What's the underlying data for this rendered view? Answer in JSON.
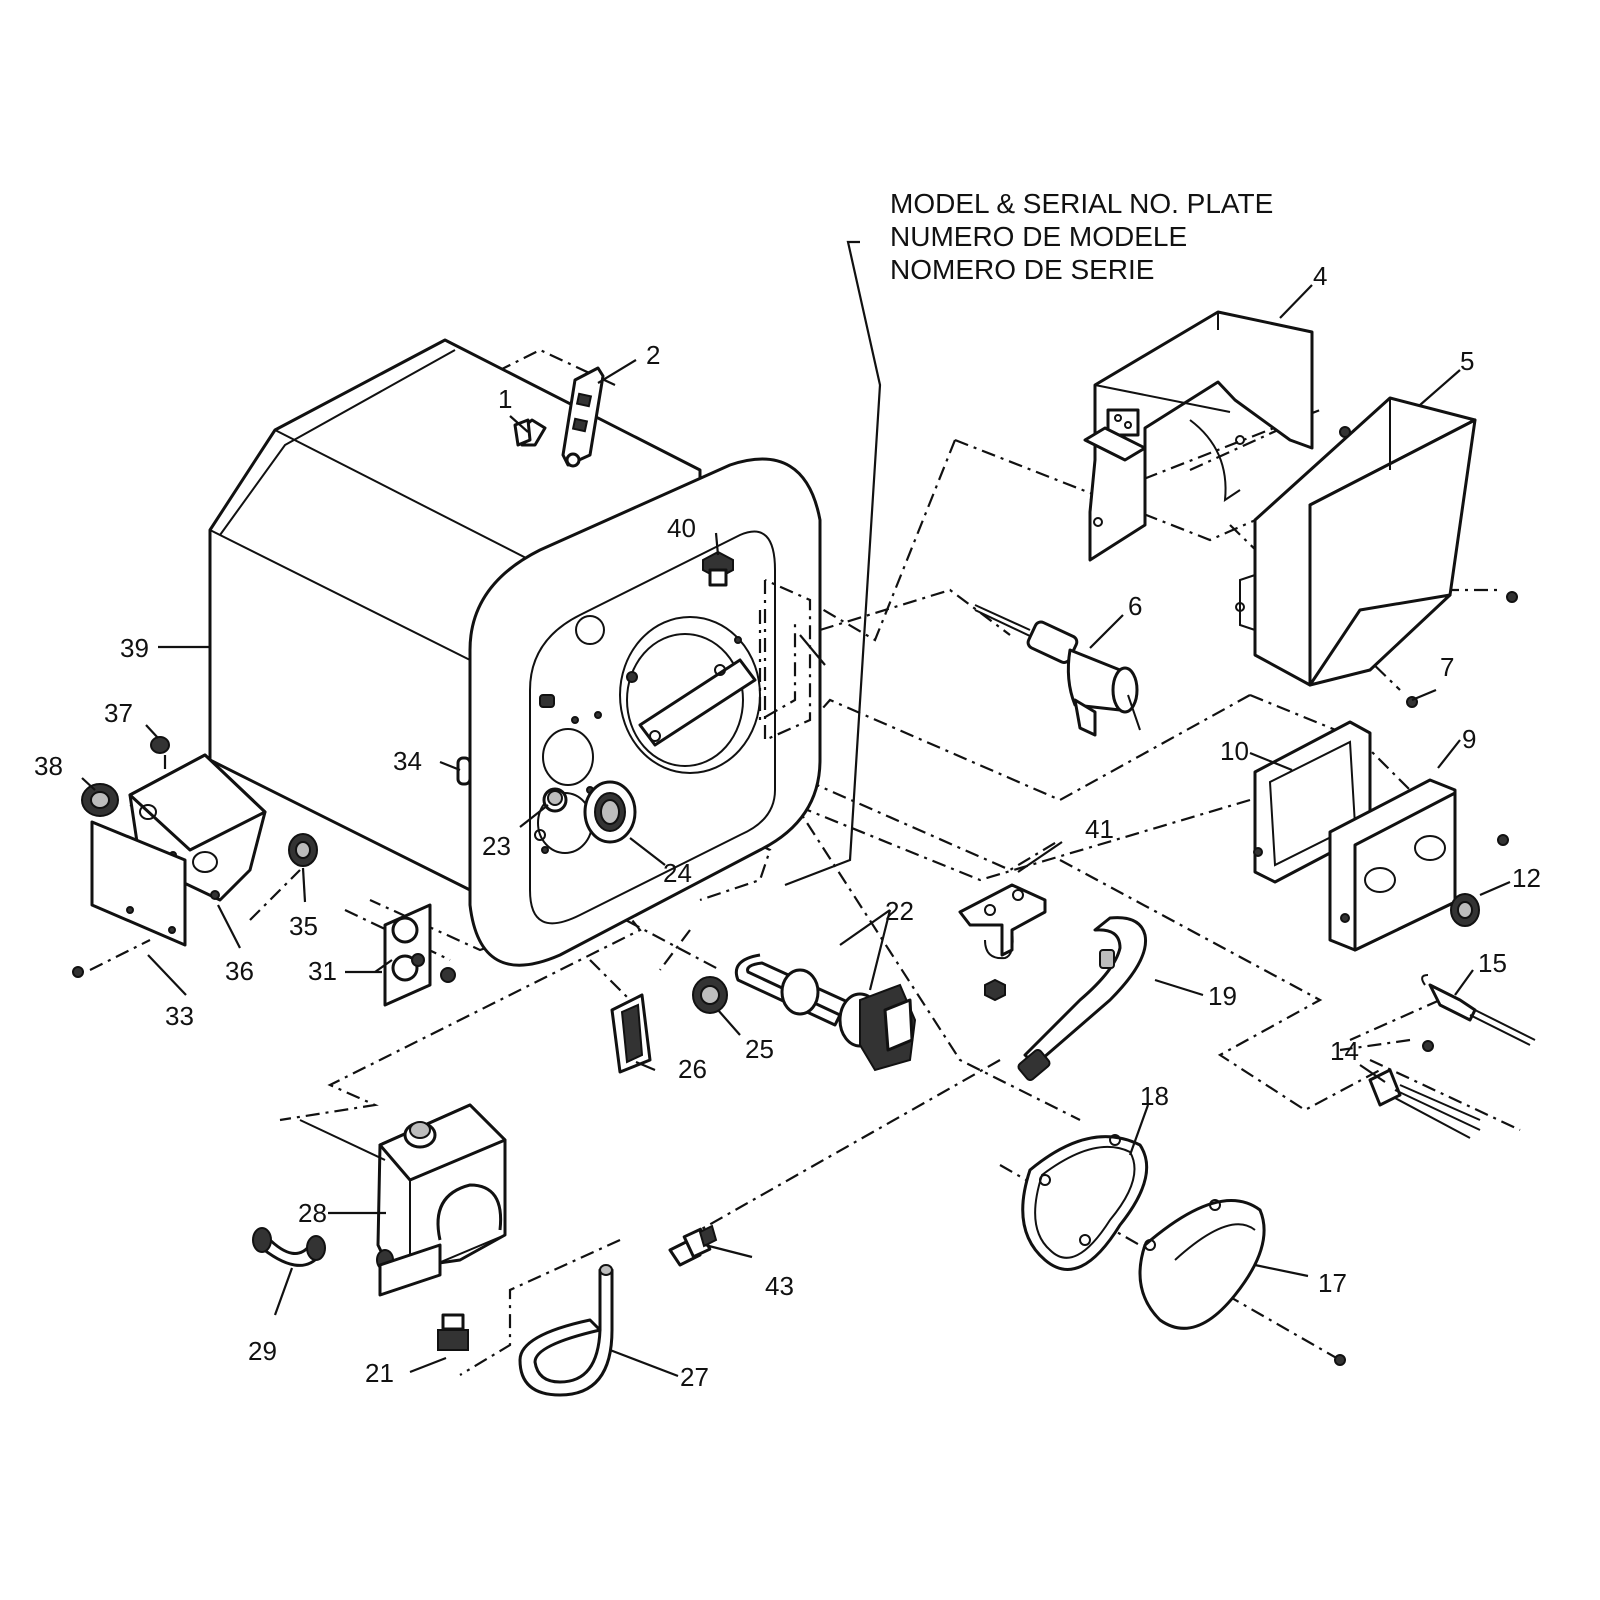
{
  "plate": {
    "line1": "MODEL & SERIAL NO. PLATE",
    "line2": "NUMERO DE MODELE",
    "line3": "NOMERO DE SERIE"
  },
  "parts": {
    "p1": "1",
    "p2": "2",
    "p4": "4",
    "p5": "5",
    "p6": "6",
    "p7": "7",
    "p9": "9",
    "p10": "10",
    "p12": "12",
    "p14": "14",
    "p15": "15",
    "p17": "17",
    "p18": "18",
    "p19": "19",
    "p21": "21",
    "p22": "22",
    "p23": "23",
    "p24": "24",
    "p25": "25",
    "p26": "26",
    "p27": "27",
    "p28": "28",
    "p29": "29",
    "p31": "31",
    "p33": "33",
    "p34": "34",
    "p35": "35",
    "p36": "36",
    "p37": "37",
    "p38": "38",
    "p39": "39",
    "p40": "40",
    "p41": "41",
    "p43": "43"
  }
}
